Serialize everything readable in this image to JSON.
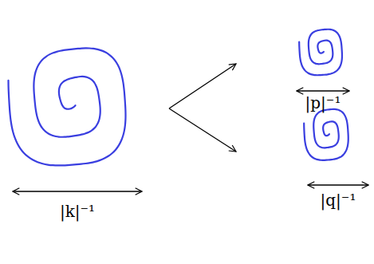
{
  "diagram": {
    "labels": [
      "|k|⁻¹",
      "|p|⁻¹",
      "|q|⁻¹"
    ]
  }
}
